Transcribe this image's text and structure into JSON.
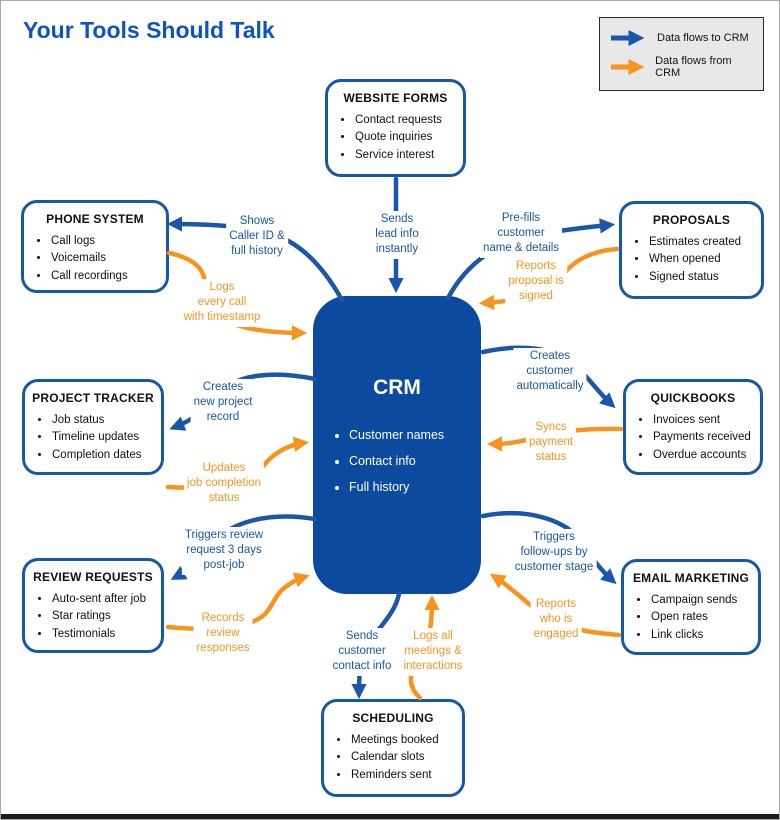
{
  "title": "Your Tools Should Talk",
  "legend": {
    "to_crm": "Data flows to CRM",
    "from_crm": "Data flows from CRM"
  },
  "colors": {
    "arrow_blue": "#1a56aa",
    "arrow_orange": "#f8941e",
    "crm_fill": "#0b4a9e",
    "node_border_blue": "#1458ad",
    "title_blue": "#0d53c8",
    "legend_bg": "#e8e8e8"
  },
  "crm": {
    "title": "CRM",
    "bullets": [
      "Customer names",
      "Contact info",
      "Full history"
    ]
  },
  "nodes": {
    "website_forms": {
      "title": "WEBSITE FORMS",
      "bullets": [
        "Contact requests",
        "Quote inquiries",
        "Service interest"
      ]
    },
    "phone_system": {
      "title": "PHONE SYSTEM",
      "bullets": [
        "Call logs",
        "Voicemails",
        "Call recordings"
      ]
    },
    "proposals": {
      "title": "PROPOSALS",
      "bullets": [
        "Estimates created",
        "When opened",
        "Signed status"
      ]
    },
    "project_tracker": {
      "title": "PROJECT TRACKER",
      "bullets": [
        "Job status",
        "Timeline updates",
        "Completion dates"
      ]
    },
    "quickbooks": {
      "title": "QUICKBOOKS",
      "bullets": [
        "Invoices sent",
        "Payments received",
        "Overdue accounts"
      ]
    },
    "review_requests": {
      "title": "REVIEW REQUESTS",
      "bullets": [
        "Auto-sent after job",
        "Star ratings",
        "Testimonials"
      ]
    },
    "email_marketing": {
      "title": "EMAIL MARKETING",
      "bullets": [
        "Campaign sends",
        "Open rates",
        "Link clicks"
      ]
    },
    "scheduling": {
      "title": "SCHEDULING",
      "bullets": [
        "Meetings booked",
        "Calendar slots",
        "Reminders sent"
      ]
    }
  },
  "flows": {
    "website_to_crm": "Sends\nlead info\ninstantly",
    "crm_to_phone": "Shows\nCaller ID &\nfull history",
    "phone_to_crm": "Logs\nevery call\nwith timestamp",
    "crm_to_proposals": "Pre-fills\ncustomer\nname & details",
    "proposals_to_crm": "Reports\nproposal is\nsigned",
    "crm_to_project": "Creates\nnew project\nrecord",
    "project_to_crm": "Updates\njob completion\nstatus",
    "crm_to_quickbooks": "Creates\ncustomer\nautomatically",
    "quickbooks_to_crm": "Syncs\npayment\nstatus",
    "crm_to_review": "Triggers review\nrequest 3 days\npost-job",
    "review_to_crm": "Records\nreview\nresponses",
    "crm_to_email": "Triggers\nfollow-ups by\ncustomer stage",
    "email_to_crm": "Reports\nwho is\nengaged",
    "crm_to_scheduling": "Sends\ncustomer\ncontact info",
    "scheduling_to_crm": "Logs all\nmeetings &\ninteractions"
  }
}
